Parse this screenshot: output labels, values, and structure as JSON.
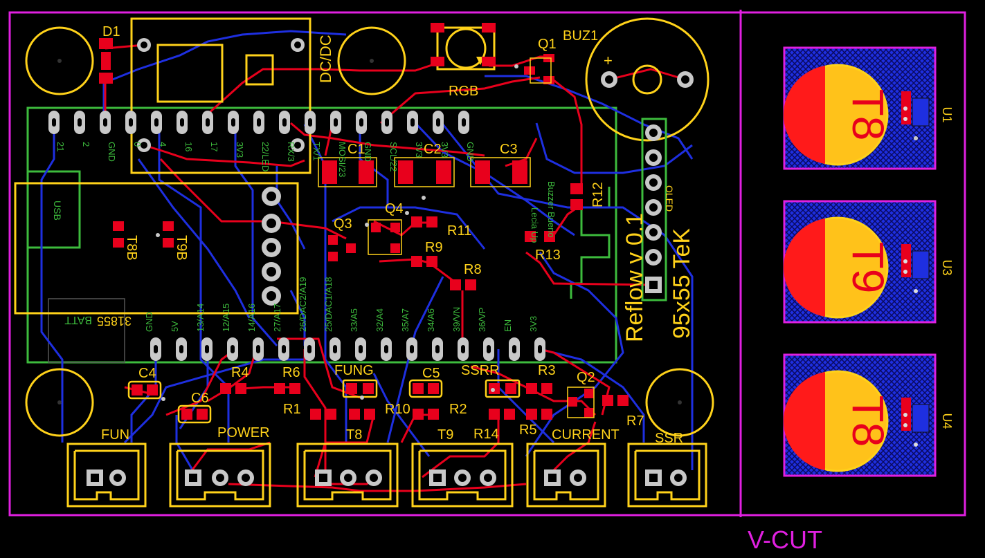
{
  "colors": {
    "background": "#000000",
    "board_outline": "#E020E0",
    "top_copper": "#E8001C",
    "bottom_copper": "#1E2FE0",
    "silkscreen": "#FFD21A",
    "module_outline": "#3DBB3D",
    "pad": "#C8C8C8"
  },
  "designators": {
    "d1": "D1",
    "dcdc": "DC/DC",
    "rgb": "RGB",
    "q1": "Q1",
    "buz1": "BUZ1",
    "c1": "C1",
    "c2": "C2",
    "c3": "C3",
    "q3": "Q3",
    "q4": "Q4",
    "r11": "R11",
    "r9": "R9",
    "r8": "R8",
    "r12": "R12",
    "r13": "R13",
    "t8b": "T8B",
    "t9b": "T9B",
    "c4": "C4",
    "c5": "C5",
    "c6": "C6",
    "r4": "R4",
    "r6": "R6",
    "r1": "R1",
    "fung": "FUNG",
    "r10": "R10",
    "r2": "R2",
    "ssrr": "SSRR",
    "r3": "R3",
    "q2": "Q2",
    "r5": "R5",
    "r7": "R7",
    "r14": "R14",
    "u1": "U1",
    "u3": "U3",
    "u4": "U4",
    "batt": "BATT",
    "batt_num": "31855",
    "usb": "USB"
  },
  "connectors": {
    "fun": "FUN",
    "power": "POWER",
    "t8": "T8",
    "t9": "T9",
    "current": "CURRENT",
    "ssr": "SSR"
  },
  "board_text": {
    "title_line1": "Reflow v 0.1",
    "title_line2": "95x55 TeK",
    "vcut": "V-CUT",
    "oled_label": "OLED",
    "buz_plus": "+"
  },
  "sensors": [
    {
      "label": "T8"
    },
    {
      "label": "T9"
    },
    {
      "label": "T8"
    }
  ],
  "esp_pins_top": [
    "21",
    "2",
    "GND",
    "0",
    "4",
    "16",
    "17",
    "3V3",
    "22/LED",
    "RX/3",
    "TX/1",
    "MOSI/23",
    "GND",
    "SCL/22",
    "3V3",
    "3V3",
    "GND"
  ],
  "esp_pins_bottom": [
    "GND",
    "5V",
    "13/A14",
    "12/A15",
    "14/A16",
    "27/A17",
    "26/DAC2/A19",
    "25/DAC1/A18",
    "33/A5",
    "32/A4",
    "35/A7",
    "34/A6",
    "39/VN",
    "36/VP",
    "EN",
    "3V3"
  ],
  "module_side_text": [
    "Lecia Up",
    "Buzzer Bueno"
  ]
}
